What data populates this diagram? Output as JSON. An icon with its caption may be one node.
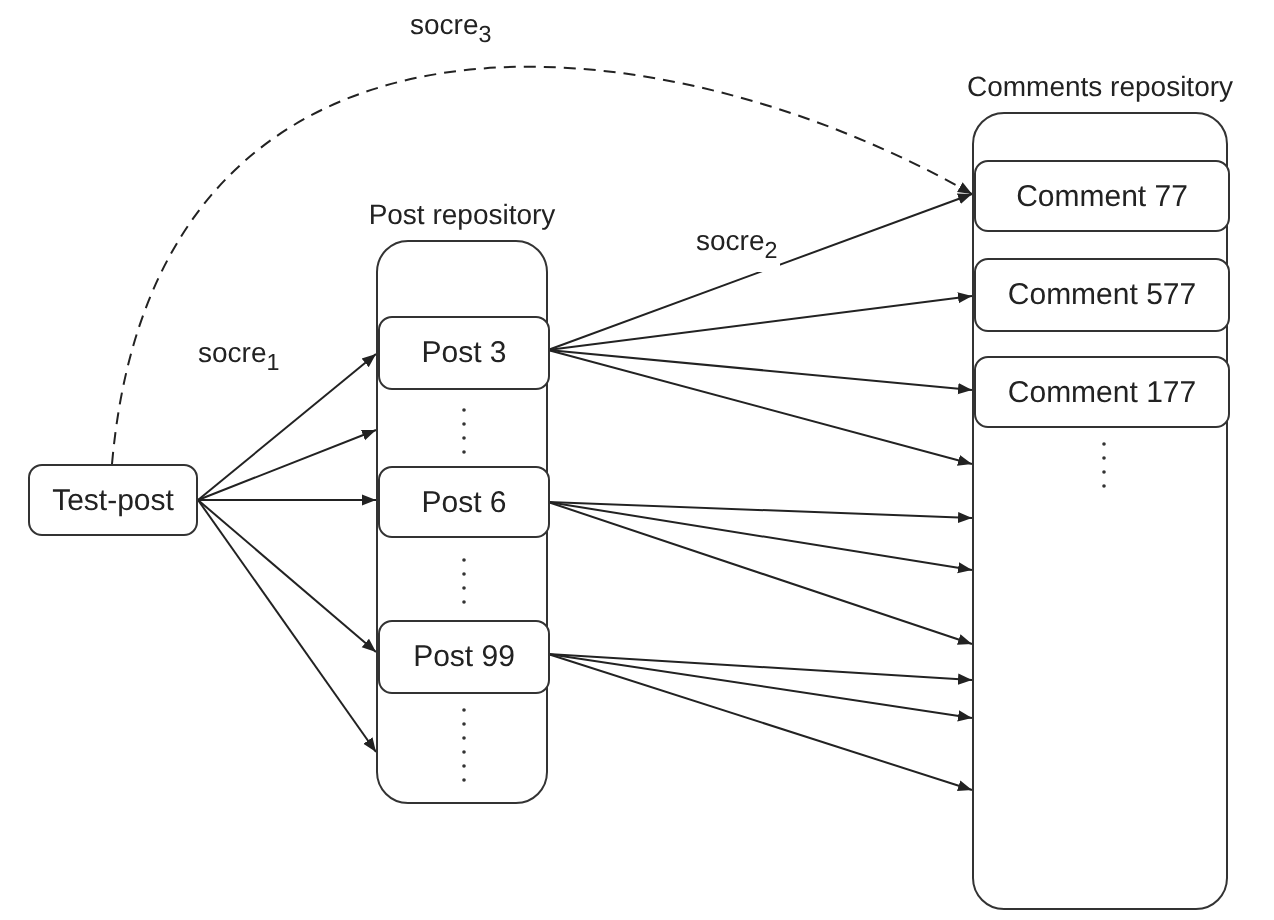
{
  "diagram": {
    "nodes": [
      {
        "text": [
          "Test-post"
        ]
      },
      {
        "text": [
          "Post repository"
        ]
      },
      {
        "text": [
          "Post 3"
        ],
        "in": 1
      },
      {
        "text": [
          "Post 6"
        ],
        "in": 1
      },
      {
        "text": [
          "Post 99"
        ],
        "in": 1
      },
      {
        "text": [
          "Comments repository"
        ]
      },
      {
        "text": [
          "Comment 77"
        ],
        "in": 5
      },
      {
        "text": [
          "Comment 577"
        ],
        "in": 5
      },
      {
        "text": [
          "Comment 177"
        ],
        "in": 5
      }
    ],
    "edges": [
      {
        "from": 0,
        "to": 2,
        "arrow": "to",
        "label": "socre$_{1}$"
      },
      {
        "from": 0,
        "to": 1,
        "arrow": "to"
      },
      {
        "from": 0,
        "to": 3,
        "arrow": "to"
      },
      {
        "from": 0,
        "to": 4,
        "arrow": "to"
      },
      {
        "from": 0,
        "to": 1,
        "arrow": "to"
      },
      {
        "from": 2,
        "to": 6,
        "arrow": "to",
        "label": "socre$_{2}$"
      },
      {
        "from": 2,
        "to": 7,
        "arrow": "to"
      },
      {
        "from": 2,
        "to": 8,
        "arrow": "to"
      },
      {
        "from": 2,
        "to": 5,
        "arrow": "to"
      },
      {
        "from": 3,
        "to": 5,
        "arrow": "to"
      },
      {
        "from": 3,
        "to": 5,
        "arrow": "to"
      },
      {
        "from": 3,
        "to": 5,
        "arrow": "to"
      },
      {
        "from": 4,
        "to": 5,
        "arrow": "to"
      },
      {
        "from": 4,
        "to": 5,
        "arrow": "to"
      },
      {
        "from": 4,
        "to": 5,
        "arrow": "to"
      },
      {
        "from": 0,
        "to": 6,
        "arrow": "to",
        "style": "dashed",
        "label": "socre$_{3}$"
      }
    ]
  }
}
